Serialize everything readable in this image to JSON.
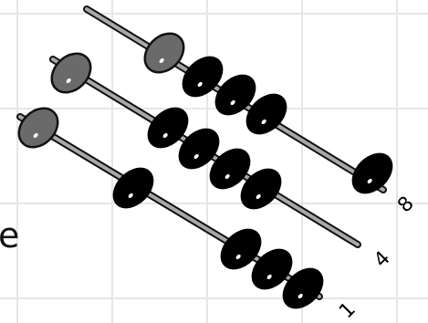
{
  "background": "#ffffff",
  "colors": {
    "grid": "#e6e6e6",
    "rod": "#a8a8a8",
    "rod_outline": "#111111",
    "bead_black": "#000000",
    "bead_gray": "#6a6a6a",
    "highlight": "#ffffff"
  },
  "edge_text": "e",
  "rods": [
    {
      "label": "8",
      "gray_beads": 1,
      "black_beads": 4
    },
    {
      "label": "4",
      "gray_beads": 1,
      "black_beads": 4
    },
    {
      "label": "1",
      "gray_beads": 1,
      "black_beads": 4
    }
  ]
}
